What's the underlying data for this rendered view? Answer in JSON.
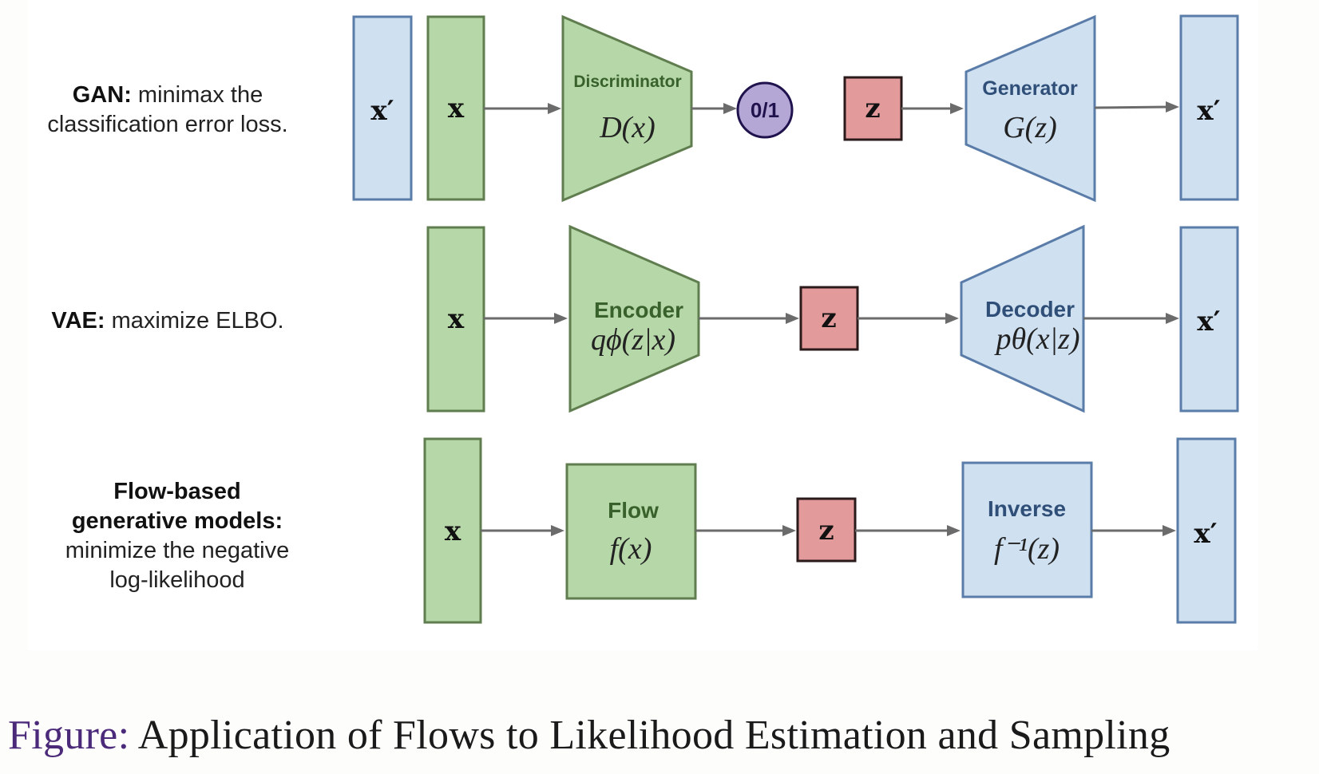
{
  "colors": {
    "green_fill": "#b6d7a8",
    "green_stroke": "#5f7d4e",
    "green_text": "#38612b",
    "blue_fill": "#cfe0f1",
    "blue_stroke": "#5a7ca8",
    "blue_text": "#2f4f78",
    "red_fill": "#e39a9a",
    "red_stroke": "#2a1a1a",
    "purple_fill": "#b4a7d6",
    "purple_stroke": "#20124d",
    "arrow": "#6b6b6b"
  },
  "rows": [
    {
      "name": "gan",
      "label_bold": "GAN:",
      "label_rest": " minimax the",
      "label_line2": "classification error loss.",
      "nodes": {
        "x_prime_in": "x′",
        "x": "x",
        "disc_title": "Discriminator",
        "disc_fn": "D(x)",
        "output": "0/1",
        "z": "z",
        "gen_title": "Generator",
        "gen_fn": "G(z)",
        "x_prime_out": "x′"
      }
    },
    {
      "name": "vae",
      "label_bold": "VAE:",
      "label_rest": " maximize ELBO.",
      "nodes": {
        "x": "x",
        "enc_title": "Encoder",
        "enc_fn": "qϕ(z|x)",
        "z": "z",
        "dec_title": "Decoder",
        "dec_fn": "pθ(x|z)",
        "x_prime_out": "x′"
      }
    },
    {
      "name": "flow",
      "label_bold_1": "Flow-based",
      "label_bold_2": "generative models:",
      "label_line3": "minimize the negative",
      "label_line4": "log-likelihood",
      "nodes": {
        "x": "x",
        "flow_title": "Flow",
        "flow_fn": "f(x)",
        "z": "z",
        "inv_title": "Inverse",
        "inv_fn": "f⁻¹(z)",
        "x_prime_out": "x′"
      }
    }
  ],
  "caption": {
    "prefix": "Figure:",
    "text": " Application of Flows to Likelihood Estimation and Sampling"
  }
}
